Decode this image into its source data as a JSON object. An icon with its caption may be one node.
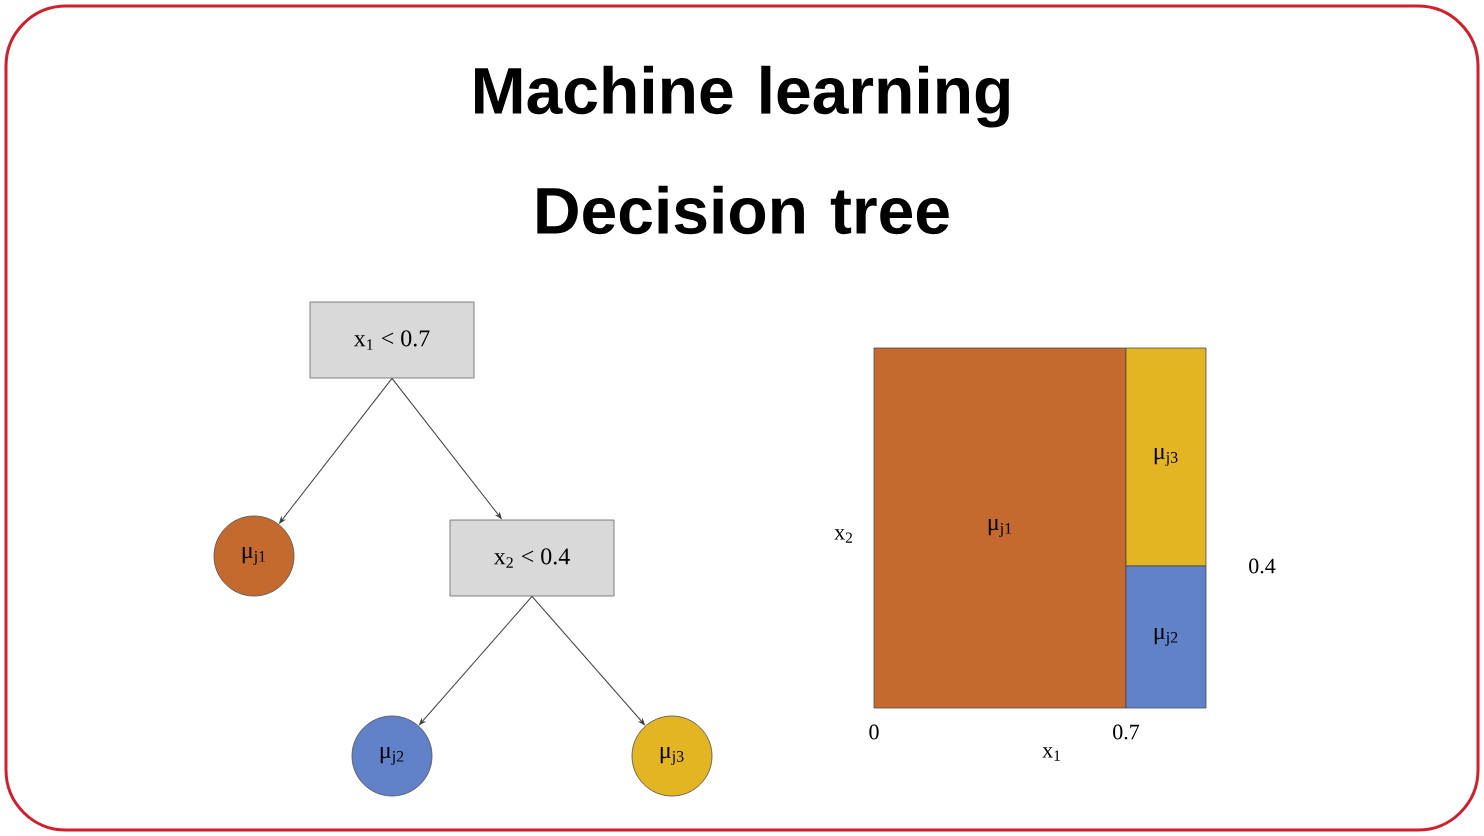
{
  "diagram": {
    "title": "Machine learning Decision tree",
    "nodes": [
      {
        "text": [
          "x$_{1}$ < 0.7"
        ]
      },
      {
        "text": [
          "μ$_{j1}$"
        ]
      },
      {
        "text": [
          "x$_{2}$ < 0.4"
        ]
      },
      {
        "text": [
          "μ$_{j2}$"
        ]
      },
      {
        "text": [
          "μ$_{j3}$"
        ]
      },
      {
        "text": [
          "μ$_{j1}$"
        ]
      },
      {
        "text": [
          "μ$_{j3}$"
        ]
      },
      {
        "text": [
          "μ$_{j2}$"
        ]
      }
    ],
    "edges": [
      {
        "from": 0,
        "to": 1,
        "arrow": "to"
      },
      {
        "from": 0,
        "to": 2,
        "arrow": "to"
      },
      {
        "from": 2,
        "to": 3,
        "arrow": "to"
      },
      {
        "from": 2,
        "to": 4,
        "arrow": "to"
      }
    ],
    "labels": [
      "x$_{2}$",
      "0.4",
      "0",
      "0.7",
      "x$_{1}$"
    ]
  }
}
